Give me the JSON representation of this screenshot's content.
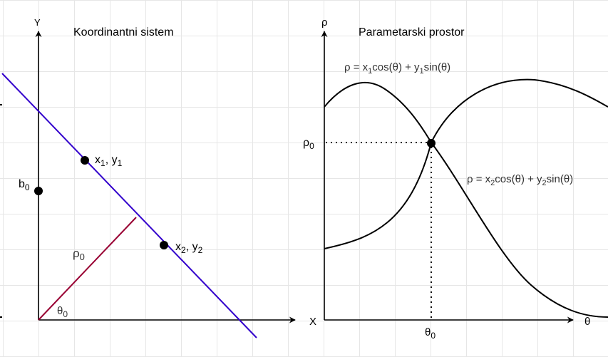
{
  "left_panel": {
    "title": "Koordinantni sistem",
    "y_axis_label": "Y",
    "x_axis_label": "X",
    "intercept_label": "b",
    "intercept_sub": "0",
    "point1": {
      "x": "x",
      "x_sub": "1",
      "sep": ", ",
      "y": "y",
      "y_sub": "1"
    },
    "point2": {
      "x": "x",
      "x_sub": "2",
      "sep": ", ",
      "y": "y",
      "y_sub": "2"
    },
    "rho_label": "ρ",
    "rho_sub": "0",
    "theta_label": "θ",
    "theta_sub": "0"
  },
  "right_panel": {
    "title": "Parametarski prostor",
    "y_axis_label": "ρ",
    "x_axis_label": "θ",
    "rho0_label": "ρ",
    "rho0_sub": "0",
    "theta0_label": "θ",
    "theta0_sub": "0",
    "curve1": {
      "pre": "ρ = x",
      "sub1": "1",
      "mid": "cos(θ) + y",
      "sub2": "1",
      "post": "sin(θ)"
    },
    "curve2": {
      "pre": "ρ = x",
      "sub1": "2",
      "mid": "cos(θ) + y",
      "sub2": "2",
      "post": "sin(θ)"
    }
  },
  "colors": {
    "line": "#3300cc",
    "normal": "#990033",
    "axes": "#000000"
  }
}
